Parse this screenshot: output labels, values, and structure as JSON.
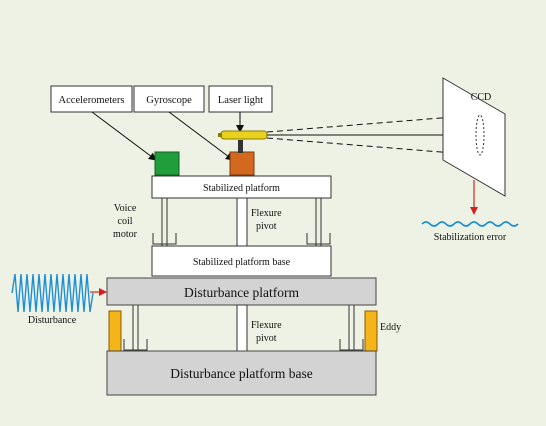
{
  "labels": {
    "accelerometers": "Accelerometers",
    "gyroscope": "Gyroscope",
    "laser_light": "Laser light",
    "ccd": "CCD",
    "stabilized_platform": "Stabilized platform",
    "voice_coil_motor": [
      "Voice",
      "coil",
      "motor"
    ],
    "flexure_pivot_upper": [
      "Flexure",
      "pivot"
    ],
    "stabilized_platform_base": "Stabilized platform base",
    "disturbance_platform": "Disturbance platform",
    "disturbance": "Disturbance",
    "flexure_pivot_lower": [
      "Flexure",
      "pivot"
    ],
    "eddy": "Eddy",
    "disturbance_platform_base": "Disturbance platform base",
    "stabilization_error": "Stabilization error"
  },
  "colors": {
    "background": "#eef2e4",
    "platform_fill": "#ffffff",
    "disturbance_fill": "#d3d3d3",
    "accelerometer_green": "#1f9e3b",
    "gyroscope_orange": "#d2691e",
    "laser_yellow": "#e8d21d",
    "eddy_orange": "#f5b41a",
    "disturbance_wave": "#1e90d6",
    "error_wave": "#1e90d6",
    "arrow_red": "#d62020"
  }
}
